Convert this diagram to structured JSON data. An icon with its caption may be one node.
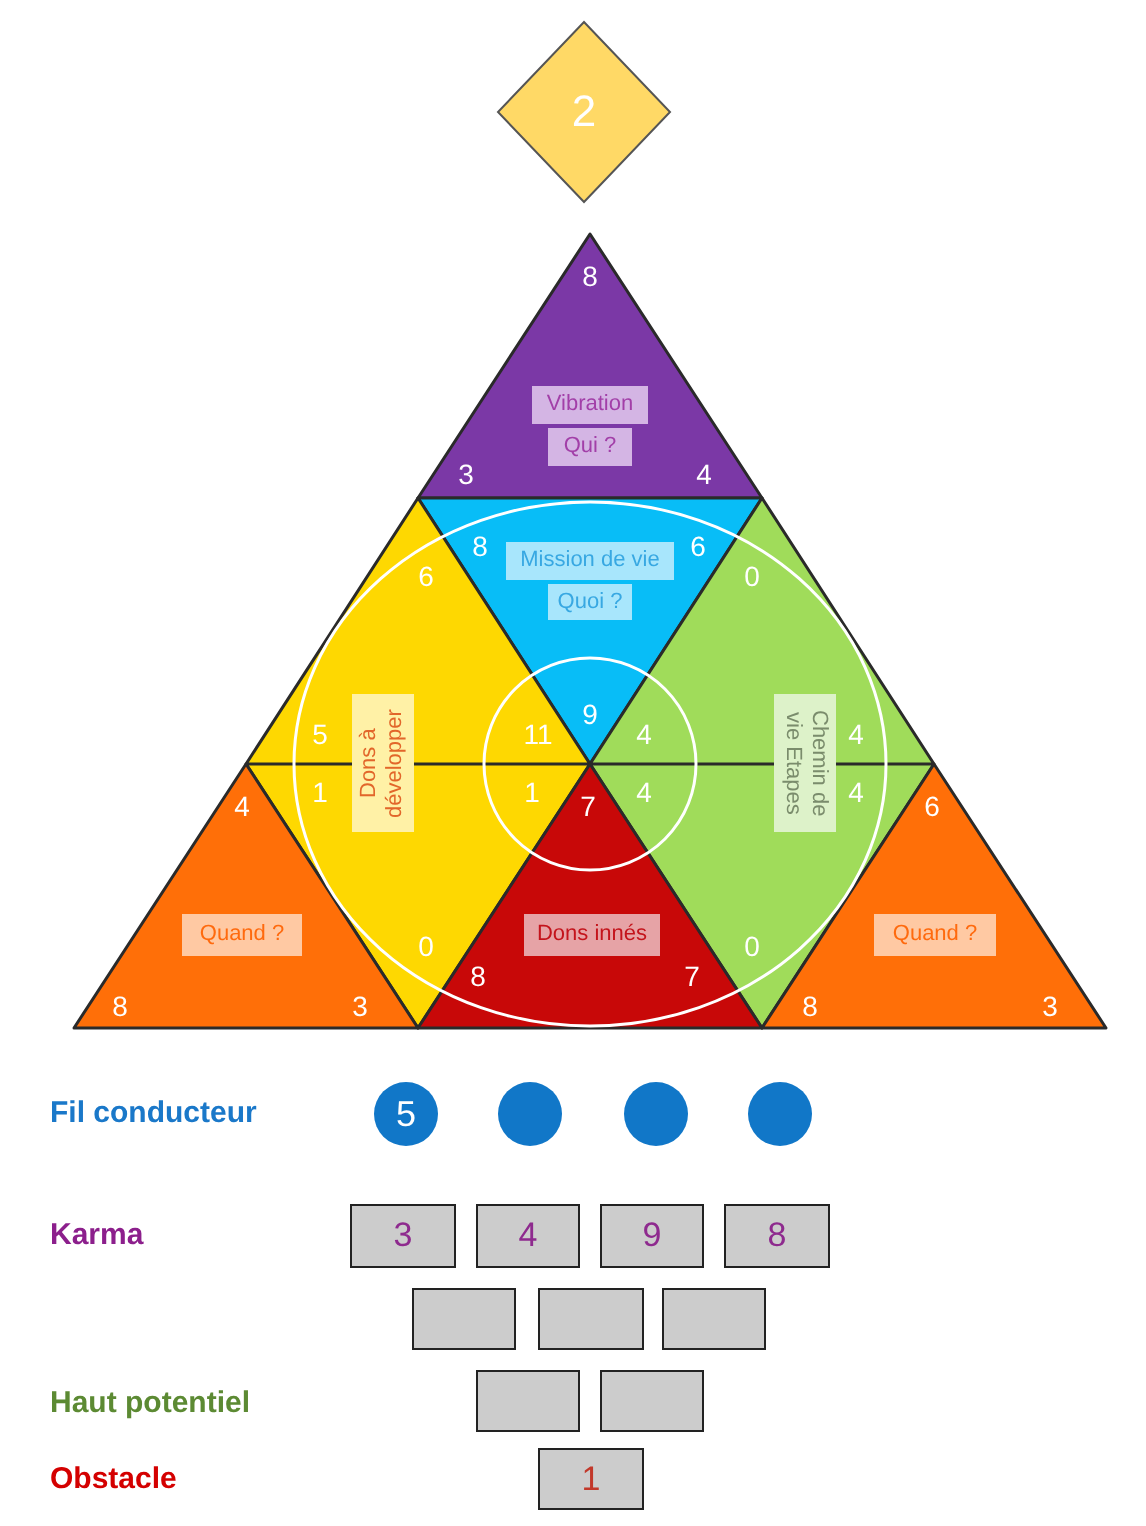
{
  "diagram": {
    "nodes": [
      {
        "text": [
          "2"
        ]
      },
      {
        "text": [
          "8",
          "3",
          "4"
        ]
      },
      {
        "text": [
          "Vibration"
        ],
        "in": 1
      },
      {
        "text": [
          "Qui ?"
        ],
        "in": 1
      },
      {
        "text": [
          "8",
          "6",
          "9"
        ]
      },
      {
        "text": [
          "Mission de vie"
        ],
        "in": 4
      },
      {
        "text": [
          "Quoi ?"
        ],
        "in": 4
      },
      {
        "text": [
          "6",
          "5",
          "11",
          "1",
          "1",
          "0"
        ]
      },
      {
        "text": [
          "Dons à développer"
        ],
        "in": 7
      },
      {
        "text": [
          "0",
          "4",
          "4",
          "4",
          "4",
          "0"
        ]
      },
      {
        "text": [
          "Chemin de vie Etapes"
        ],
        "in": 9
      },
      {
        "text": [
          "4",
          "8",
          "3"
        ]
      },
      {
        "text": [
          "Quand ?"
        ],
        "in": 11
      },
      {
        "text": [
          "7",
          "8",
          "7"
        ]
      },
      {
        "text": [
          "Dons innés"
        ],
        "in": 13
      },
      {
        "text": [
          "6",
          "8",
          "3"
        ]
      },
      {
        "text": [
          "Quand ?"
        ],
        "in": 15
      },
      {
        "text": [
          "5"
        ]
      },
      {
        "text": [],
        "shape": "circle"
      },
      {
        "text": [],
        "shape": "circle"
      },
      {
        "text": [],
        "shape": "circle"
      },
      {
        "text": [
          "3"
        ]
      },
      {
        "text": [
          "4"
        ]
      },
      {
        "text": [
          "9"
        ]
      },
      {
        "text": [
          "8"
        ]
      },
      {
        "text": [],
        "shape": "box"
      },
      {
        "text": [],
        "shape": "box"
      },
      {
        "text": [],
        "shape": "box"
      },
      {
        "text": [],
        "shape": "box"
      },
      {
        "text": [],
        "shape": "box"
      },
      {
        "text": [
          "1"
        ]
      }
    ],
    "labels": [
      "Fil conducteur",
      "Karma",
      "Haut potentiel",
      "Obstacle"
    ]
  }
}
